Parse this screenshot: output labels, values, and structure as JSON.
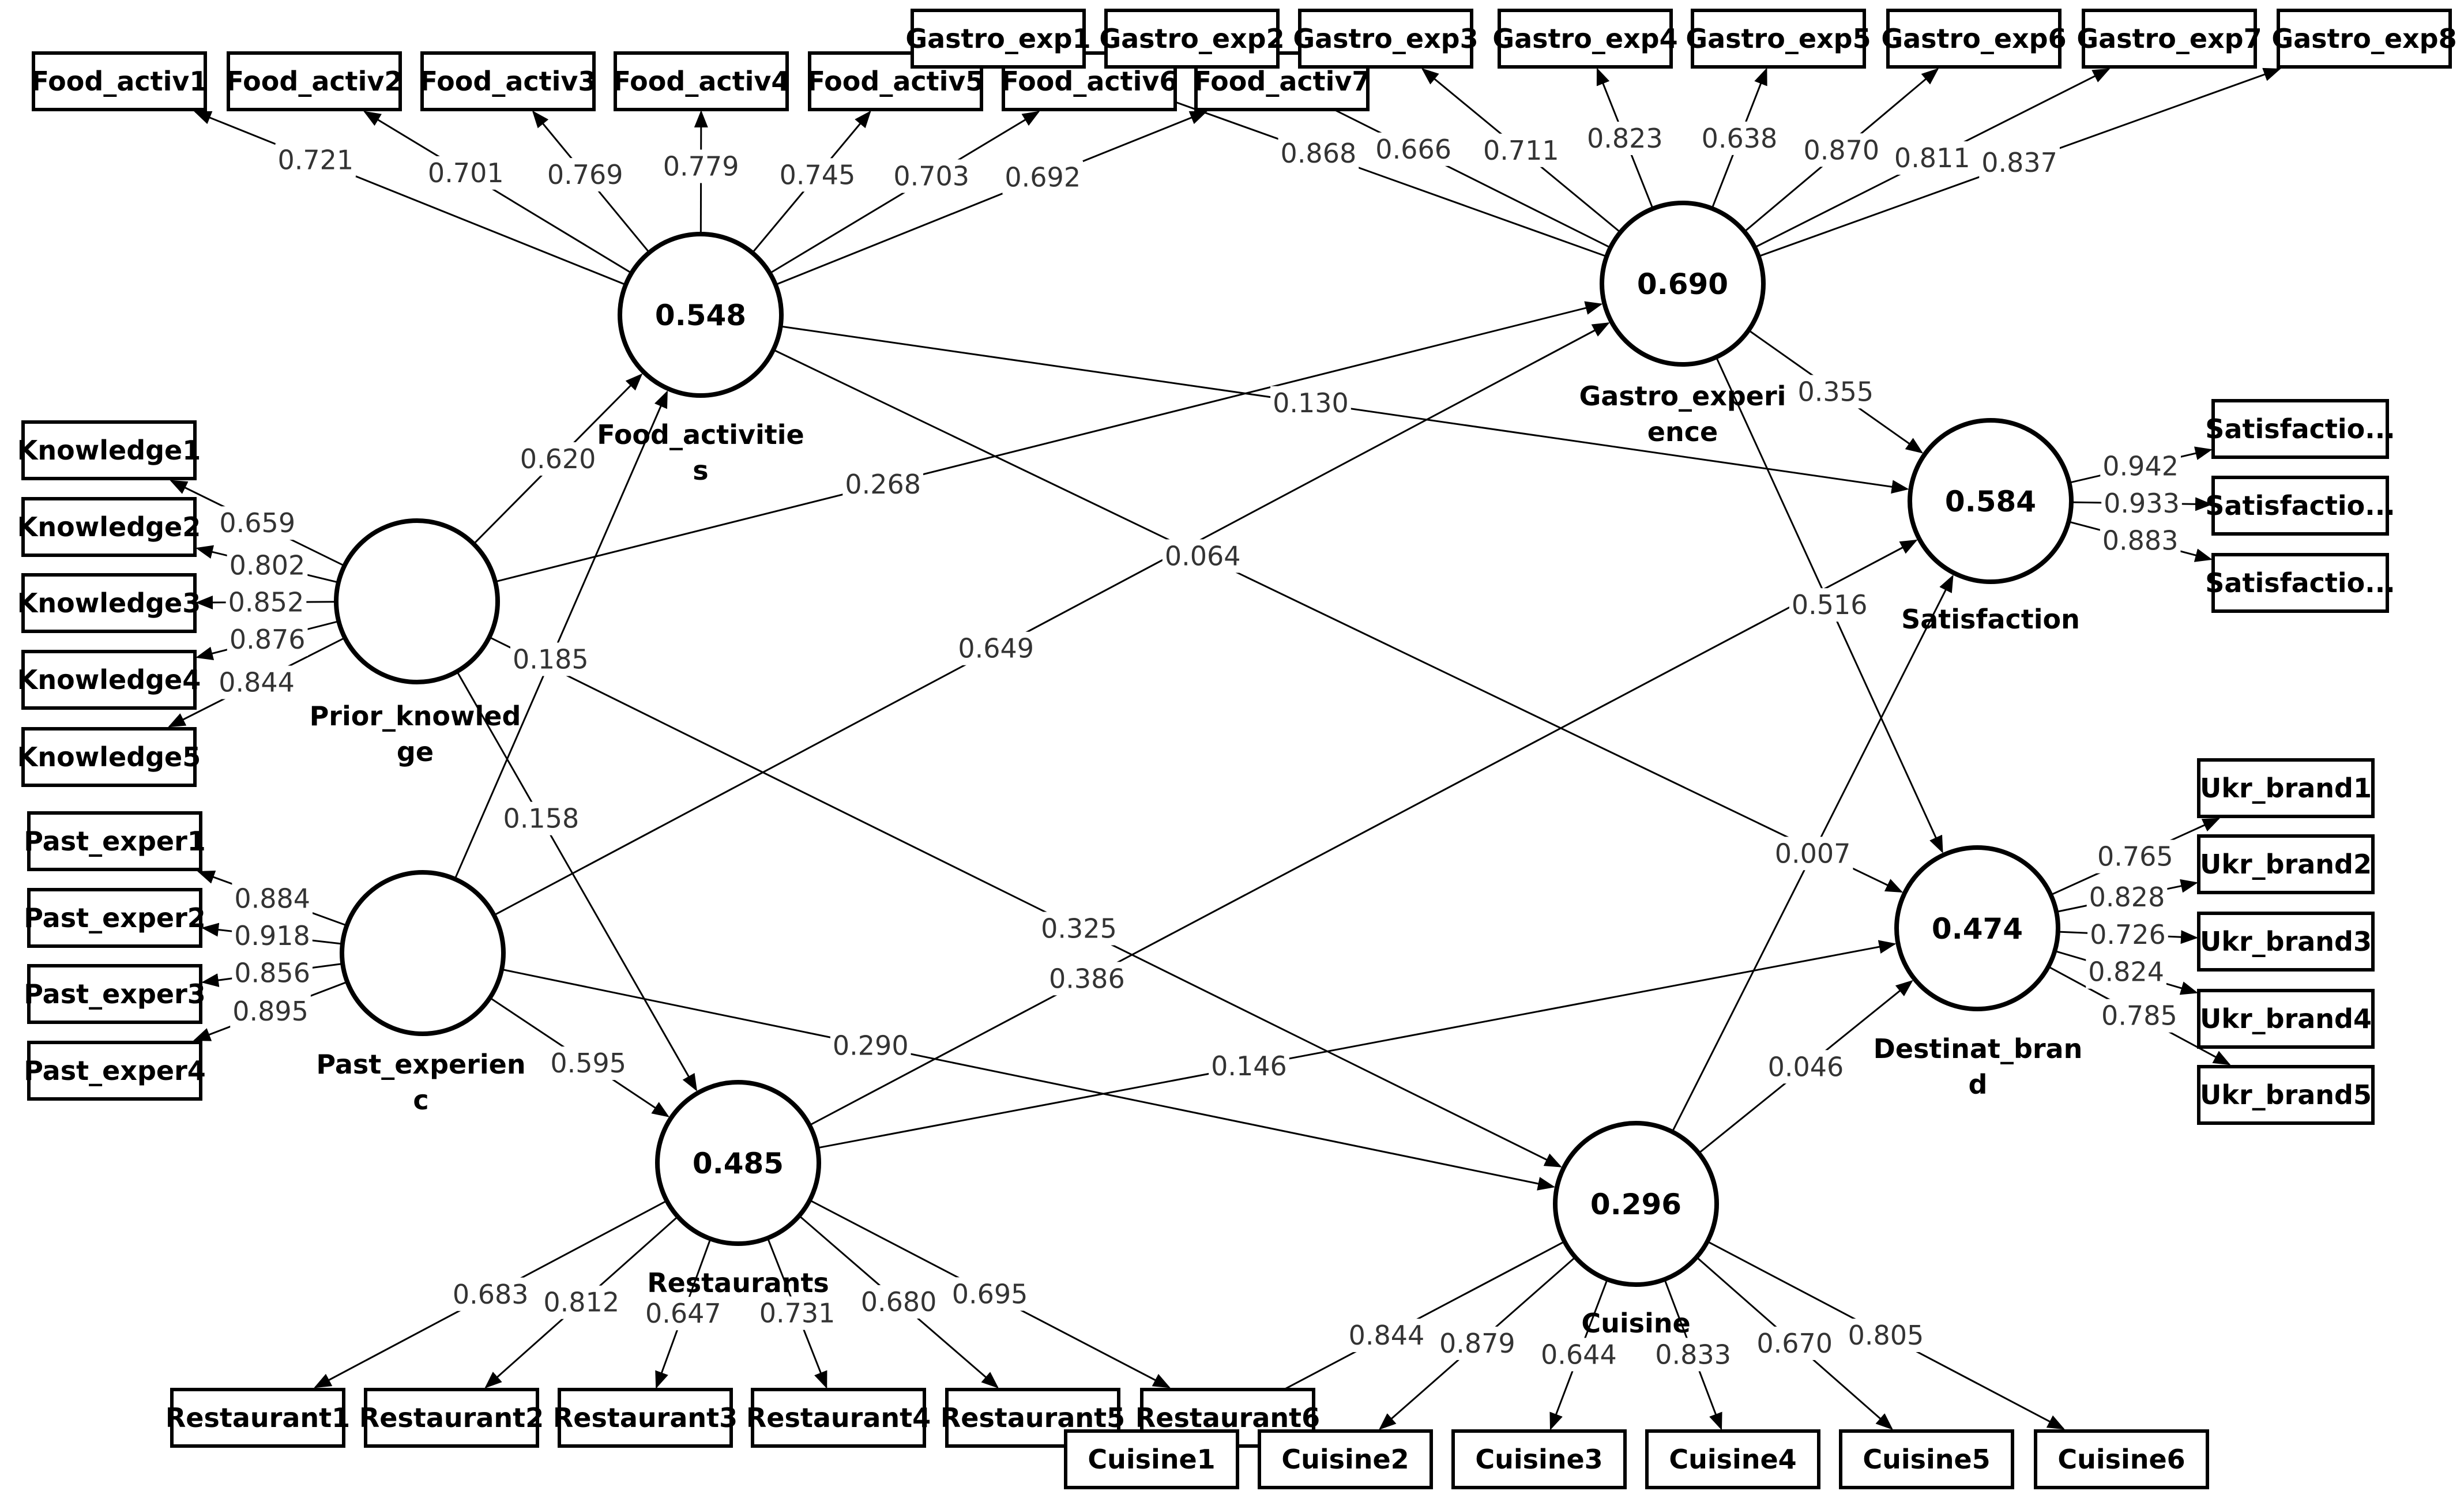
{
  "latent_variables": [
    {
      "id": "food",
      "name_lines": [
        "Food_activitie",
        "s"
      ],
      "r2": "0.548"
    },
    {
      "id": "gastro",
      "name_lines": [
        "Gastro_experi",
        "ence"
      ],
      "r2": "0.690"
    },
    {
      "id": "sat",
      "name_lines": [
        "Satisfaction"
      ],
      "r2": "0.584"
    },
    {
      "id": "prior",
      "name_lines": [
        "Prior_knowled",
        "ge"
      ],
      "r2": ""
    },
    {
      "id": "past",
      "name_lines": [
        "Past_experien",
        "c"
      ],
      "r2": ""
    },
    {
      "id": "dest",
      "name_lines": [
        "Destinat_bran",
        "d"
      ],
      "r2": "0.474"
    },
    {
      "id": "rest",
      "name_lines": [
        "Restaurants"
      ],
      "r2": "0.485"
    },
    {
      "id": "cuis",
      "name_lines": [
        "Cuisine"
      ],
      "r2": "0.296"
    }
  ],
  "indicators": [
    {
      "id": "fa1",
      "label": "Food_activ1"
    },
    {
      "id": "fa2",
      "label": "Food_activ2"
    },
    {
      "id": "fa3",
      "label": "Food_activ3"
    },
    {
      "id": "fa4",
      "label": "Food_activ4"
    },
    {
      "id": "fa5",
      "label": "Food_activ5"
    },
    {
      "id": "fa6",
      "label": "Food_activ6"
    },
    {
      "id": "fa7",
      "label": "Food_activ7"
    },
    {
      "id": "ge1",
      "label": "Gastro_exp1"
    },
    {
      "id": "ge2",
      "label": "Gastro_exp2"
    },
    {
      "id": "ge3",
      "label": "Gastro_exp3"
    },
    {
      "id": "ge4",
      "label": "Gastro_exp4"
    },
    {
      "id": "ge5",
      "label": "Gastro_exp5"
    },
    {
      "id": "ge6",
      "label": "Gastro_exp6"
    },
    {
      "id": "ge7",
      "label": "Gastro_exp7"
    },
    {
      "id": "ge8",
      "label": "Gastro_exp8"
    },
    {
      "id": "kn1",
      "label": "Knowledge1"
    },
    {
      "id": "kn2",
      "label": "Knowledge2"
    },
    {
      "id": "kn3",
      "label": "Knowledge3"
    },
    {
      "id": "kn4",
      "label": "Knowledge4"
    },
    {
      "id": "kn5",
      "label": "Knowledge5"
    },
    {
      "id": "pe1",
      "label": "Past_exper1"
    },
    {
      "id": "pe2",
      "label": "Past_exper2"
    },
    {
      "id": "pe3",
      "label": "Past_exper3"
    },
    {
      "id": "pe4",
      "label": "Past_exper4"
    },
    {
      "id": "sa1",
      "label": "Satisfactio..."
    },
    {
      "id": "sa2",
      "label": "Satisfactio..."
    },
    {
      "id": "sa3",
      "label": "Satisfactio..."
    },
    {
      "id": "ub1",
      "label": "Ukr_brand1"
    },
    {
      "id": "ub2",
      "label": "Ukr_brand2"
    },
    {
      "id": "ub3",
      "label": "Ukr_brand3"
    },
    {
      "id": "ub4",
      "label": "Ukr_brand4"
    },
    {
      "id": "ub5",
      "label": "Ukr_brand5"
    },
    {
      "id": "re1",
      "label": "Restaurant1"
    },
    {
      "id": "re2",
      "label": "Restaurant2"
    },
    {
      "id": "re3",
      "label": "Restaurant3"
    },
    {
      "id": "re4",
      "label": "Restaurant4"
    },
    {
      "id": "re5",
      "label": "Restaurant5"
    },
    {
      "id": "re6",
      "label": "Restaurant6"
    },
    {
      "id": "cu1",
      "label": "Cuisine1"
    },
    {
      "id": "cu2",
      "label": "Cuisine2"
    },
    {
      "id": "cu3",
      "label": "Cuisine3"
    },
    {
      "id": "cu4",
      "label": "Cuisine4"
    },
    {
      "id": "cu5",
      "label": "Cuisine5"
    },
    {
      "id": "cu6",
      "label": "Cuisine6"
    }
  ],
  "outer_loadings": [
    {
      "from": "food",
      "to": "fa1",
      "value": "0.721"
    },
    {
      "from": "food",
      "to": "fa2",
      "value": "0.701"
    },
    {
      "from": "food",
      "to": "fa3",
      "value": "0.769"
    },
    {
      "from": "food",
      "to": "fa4",
      "value": "0.779"
    },
    {
      "from": "food",
      "to": "fa5",
      "value": "0.745"
    },
    {
      "from": "food",
      "to": "fa6",
      "value": "0.703"
    },
    {
      "from": "food",
      "to": "fa7",
      "value": "0.692"
    },
    {
      "from": "gastro",
      "to": "ge1",
      "value": "0.868"
    },
    {
      "from": "gastro",
      "to": "ge2",
      "value": "0.666"
    },
    {
      "from": "gastro",
      "to": "ge3",
      "value": "0.711"
    },
    {
      "from": "gastro",
      "to": "ge4",
      "value": "0.823"
    },
    {
      "from": "gastro",
      "to": "ge5",
      "value": "0.638"
    },
    {
      "from": "gastro",
      "to": "ge6",
      "value": "0.870"
    },
    {
      "from": "gastro",
      "to": "ge7",
      "value": "0.811"
    },
    {
      "from": "gastro",
      "to": "ge8",
      "value": "0.837"
    },
    {
      "from": "prior",
      "to": "kn1",
      "value": "0.659"
    },
    {
      "from": "prior",
      "to": "kn2",
      "value": "0.802"
    },
    {
      "from": "prior",
      "to": "kn3",
      "value": "0.852"
    },
    {
      "from": "prior",
      "to": "kn4",
      "value": "0.876"
    },
    {
      "from": "prior",
      "to": "kn5",
      "value": "0.844"
    },
    {
      "from": "past",
      "to": "pe1",
      "value": "0.884"
    },
    {
      "from": "past",
      "to": "pe2",
      "value": "0.918"
    },
    {
      "from": "past",
      "to": "pe3",
      "value": "0.856"
    },
    {
      "from": "past",
      "to": "pe4",
      "value": "0.895"
    },
    {
      "from": "sat",
      "to": "sa1",
      "value": "0.942"
    },
    {
      "from": "sat",
      "to": "sa2",
      "value": "0.933"
    },
    {
      "from": "sat",
      "to": "sa3",
      "value": "0.883"
    },
    {
      "from": "dest",
      "to": "ub1",
      "value": "0.765"
    },
    {
      "from": "dest",
      "to": "ub2",
      "value": "0.828"
    },
    {
      "from": "dest",
      "to": "ub3",
      "value": "0.726"
    },
    {
      "from": "dest",
      "to": "ub4",
      "value": "0.824"
    },
    {
      "from": "dest",
      "to": "ub5",
      "value": "0.785"
    },
    {
      "from": "rest",
      "to": "re1",
      "value": "0.683"
    },
    {
      "from": "rest",
      "to": "re2",
      "value": "0.812"
    },
    {
      "from": "rest",
      "to": "re3",
      "value": "0.647"
    },
    {
      "from": "rest",
      "to": "re4",
      "value": "0.731"
    },
    {
      "from": "rest",
      "to": "re5",
      "value": "0.680"
    },
    {
      "from": "rest",
      "to": "re6",
      "value": "0.695"
    },
    {
      "from": "cuis",
      "to": "cu1",
      "value": "0.844"
    },
    {
      "from": "cuis",
      "to": "cu2",
      "value": "0.879"
    },
    {
      "from": "cuis",
      "to": "cu3",
      "value": "0.644"
    },
    {
      "from": "cuis",
      "to": "cu4",
      "value": "0.833"
    },
    {
      "from": "cuis",
      "to": "cu5",
      "value": "0.670"
    },
    {
      "from": "cuis",
      "to": "cu6",
      "value": "0.805"
    }
  ],
  "path_coefficients": [
    {
      "from": "prior",
      "to": "food",
      "value": "0.620"
    },
    {
      "from": "prior",
      "to": "gastro",
      "value": "0.268"
    },
    {
      "from": "prior",
      "to": "rest",
      "value": "0.158"
    },
    {
      "from": "prior",
      "to": "cuis",
      "value": "0.325"
    },
    {
      "from": "past",
      "to": "food",
      "value": "0.185"
    },
    {
      "from": "past",
      "to": "gastro",
      "value": "0.649"
    },
    {
      "from": "past",
      "to": "rest",
      "value": "0.595"
    },
    {
      "from": "past",
      "to": "cuis",
      "value": "0.290"
    },
    {
      "from": "food",
      "to": "sat",
      "value": "0.130"
    },
    {
      "from": "food",
      "to": "dest",
      "value": "0.064"
    },
    {
      "from": "gastro",
      "to": "sat",
      "value": "0.355"
    },
    {
      "from": "gastro",
      "to": "dest",
      "value": "0.516"
    },
    {
      "from": "rest",
      "to": "sat",
      "value": "0.386"
    },
    {
      "from": "rest",
      "to": "dest",
      "value": "0.146"
    },
    {
      "from": "cuis",
      "to": "sat",
      "value": "0.007"
    },
    {
      "from": "cuis",
      "to": "dest",
      "value": "0.046"
    }
  ]
}
